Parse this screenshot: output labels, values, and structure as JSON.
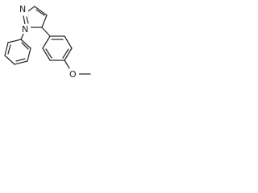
{
  "molecule": {
    "atom_labels": {
      "n2": "N",
      "n1": "N",
      "o": "O"
    }
  }
}
